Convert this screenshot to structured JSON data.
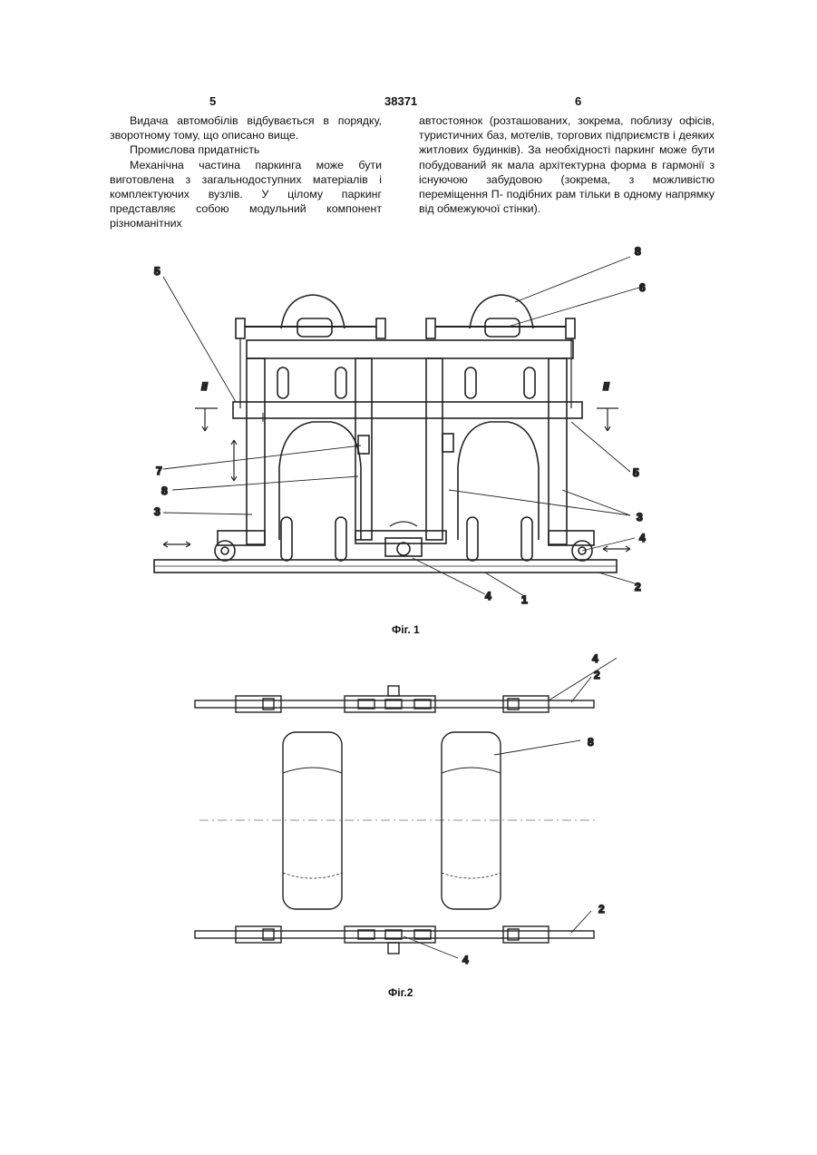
{
  "header": {
    "left_page": "5",
    "patent_number": "38371",
    "right_page": "6"
  },
  "left_column": {
    "p1": "Видача автомобілів відбувається в порядку, зворотному тому, що описано вище.",
    "p2": "Промислова придатність",
    "p3": "Механічна частина паркинга може бути виготовлена з загальнодоступних матеріалів і комплектуючих вузлів. У цілому паркинг представляє собою модульний компонент різноманітних"
  },
  "right_column": {
    "p1": "автостоянок (розташованих, зокрема, поблизу офісів, туристичних баз, мотелів, торгових підприємств і деяких житлових будинків). За необхідності паркинг може бути побудований як мала архітектурна форма в гармонії з існуючою забудовою (зокрема, з можливістю переміщення П- подібних рам тільки в одному напрямку від обмежуючої стінки)."
  },
  "figure1": {
    "caption": "Фіг. 1",
    "labels": {
      "n5_left": "5",
      "n8_top": "8",
      "n6": "6",
      "n7": "7",
      "n8_mid": "8",
      "n3_left": "3",
      "n5_right": "5",
      "n3_right": "3",
      "n4_right": "4",
      "n2": "2",
      "n4_bottom": "4",
      "n1": "1",
      "section_left": "II",
      "section_right": "II"
    }
  },
  "figure2": {
    "caption": "Фіг.2",
    "labels": {
      "n4_top": "4",
      "n2_top": "2",
      "n8": "8",
      "n2_bottom": "2",
      "n4_bottom": "4"
    }
  }
}
